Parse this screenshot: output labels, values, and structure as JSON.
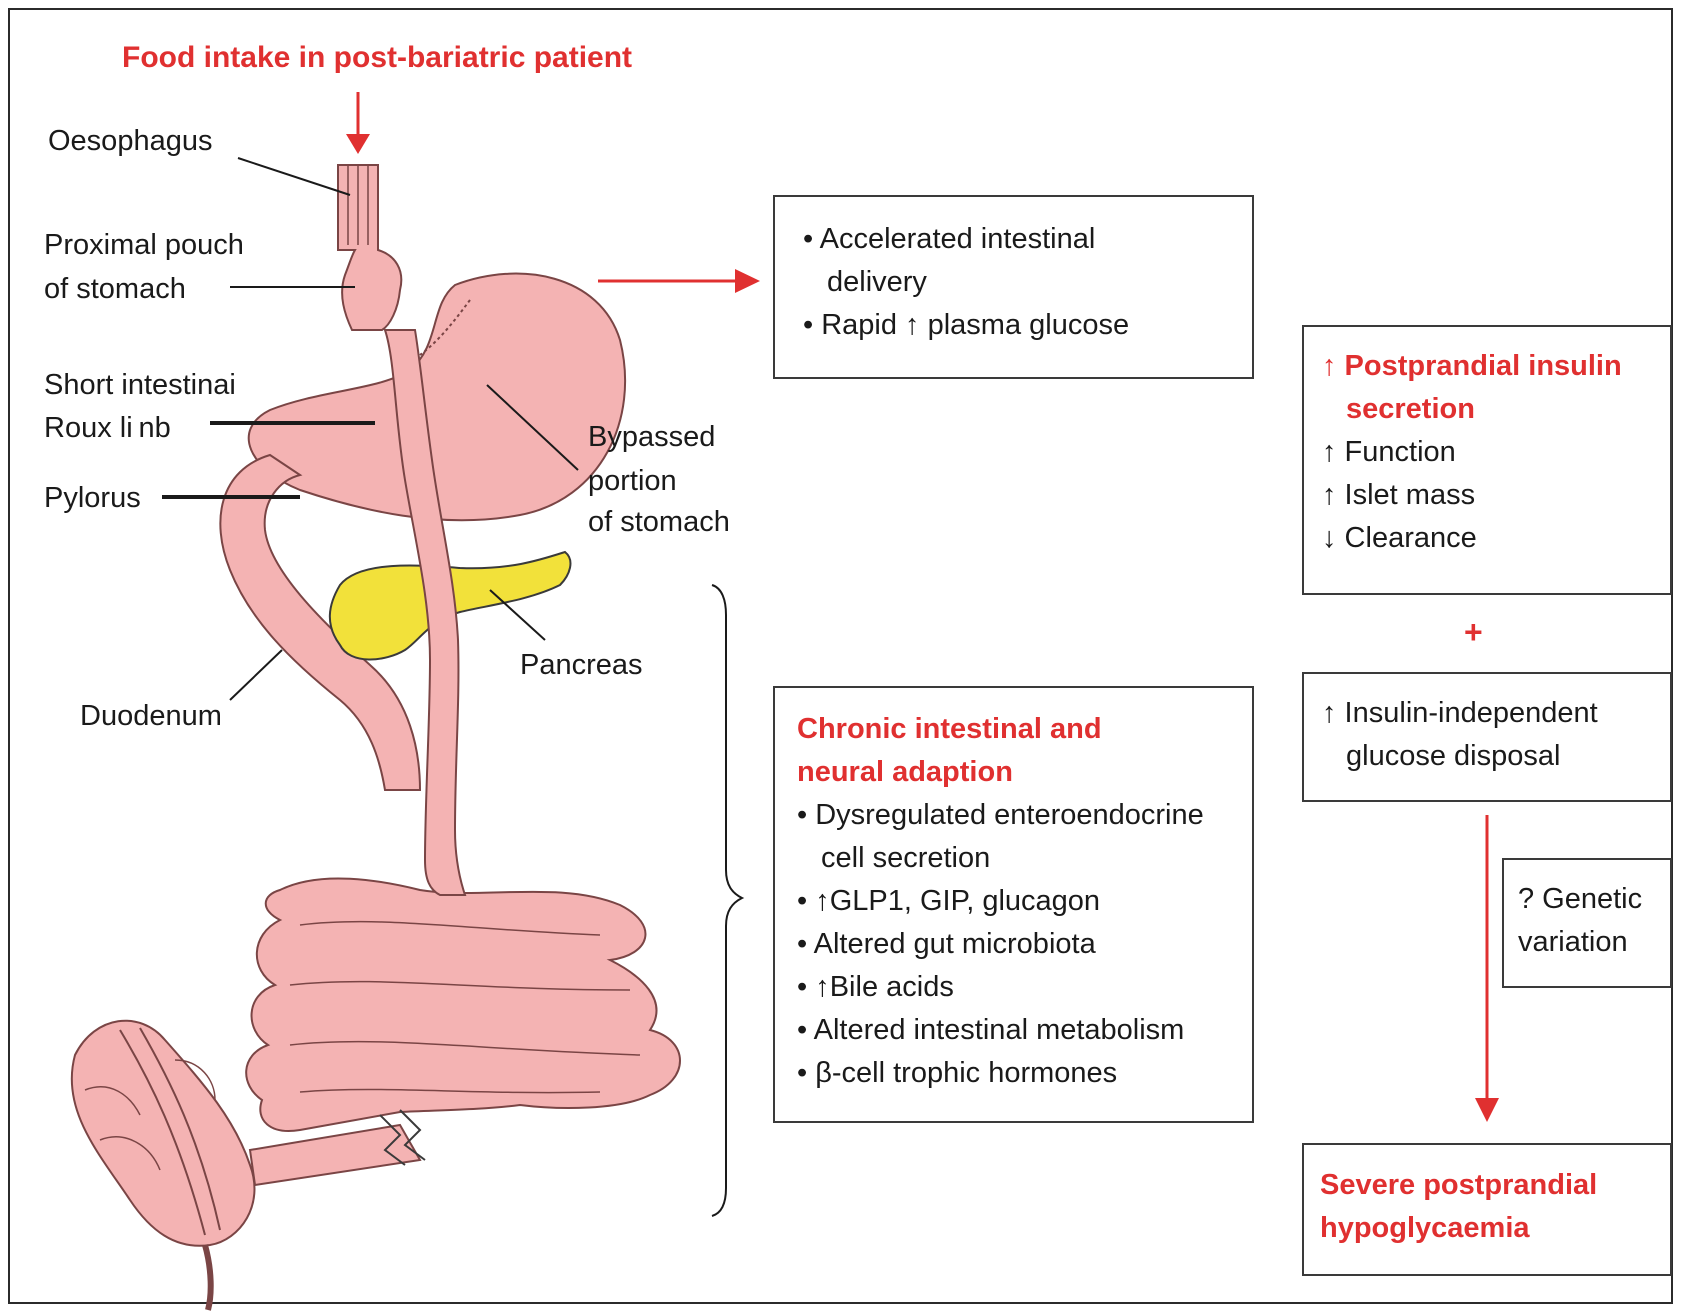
{
  "title": "Food intake in post-bariatric patient",
  "anatomy": {
    "oesophagus": "Oesophagus",
    "pouch": [
      "Proximal pouch",
      "of stomach"
    ],
    "roux": [
      "Short intestinai",
      "Roux li nb"
    ],
    "pylorus": "Pylorus",
    "bypassed": [
      "Bypassed",
      "portion",
      "of stomach"
    ],
    "pancreas": "Pancreas",
    "duodenum": "Duodenum"
  },
  "box_delivery": [
    "• Accelerated intestinal",
    "delivery",
    "• Rapid ↑ plasma glucose"
  ],
  "box_chronic": {
    "heading": [
      "Chronic intestinal and",
      "neural adaption"
    ],
    "items": [
      "• Dysregulated enteroendocrine",
      "cell secretion",
      "• ↑GLP1, GIP, glucagon",
      "•  Altered gut microbiota",
      "• ↑Bile acids",
      "• Altered intestinal metabolism",
      "• β-cell trophic hormones"
    ]
  },
  "box_insulin": {
    "heading": [
      "↑ Postprandial insulin",
      "secretion"
    ],
    "items": [
      "↑ Function",
      "↑ Islet mass",
      "↓ Clearance"
    ]
  },
  "plus": "+",
  "box_disposal": [
    "↑ Insulin-independent",
    "glucose disposal"
  ],
  "box_genetic": [
    "? Genetic",
    "variation"
  ],
  "box_outcome": [
    "Severe postprandial",
    "hypoglycaemia"
  ],
  "colors": {
    "accent": "#e03030",
    "tissue": "#f4b3b3",
    "tissue_dark": "#e59a9a",
    "pancreas": "#f2e13a",
    "ink": "#1a1a1a"
  }
}
